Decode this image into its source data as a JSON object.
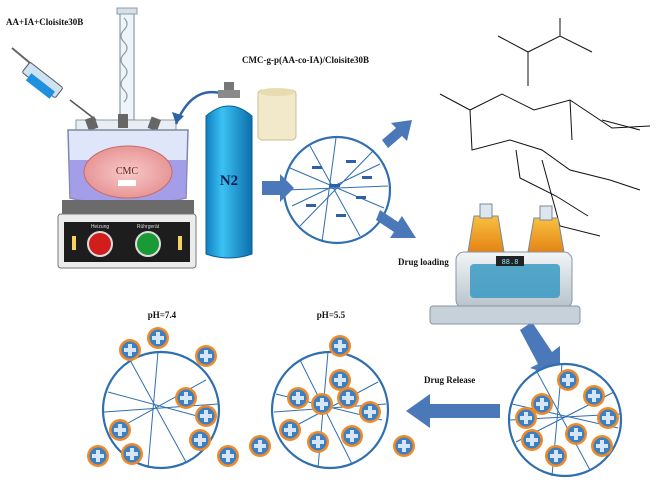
{
  "labels": {
    "reagents": "AA+IA+Cloisite30B",
    "product": "CMC-g-p(AA-co-IA)/Cloisite30B",
    "cmc": "CMC",
    "gas": "N2",
    "drug_loading": "Drug loading",
    "drug_release": "Drug Release",
    "ph_74": "pH=7.4",
    "ph_55": "pH=5.5",
    "hotplate_left_knob": "Heizung",
    "hotplate_right_knob": "Rührgerät",
    "shaker_display": "88.8"
  },
  "colors": {
    "arrow": "#4a78b8",
    "cylinder": "#1ea7e8",
    "network_line": "#2f6fb0",
    "drug_ring": "#f08a28",
    "drug_fill": "#3b7fc4",
    "flask_liquid": "#f0a21c"
  }
}
